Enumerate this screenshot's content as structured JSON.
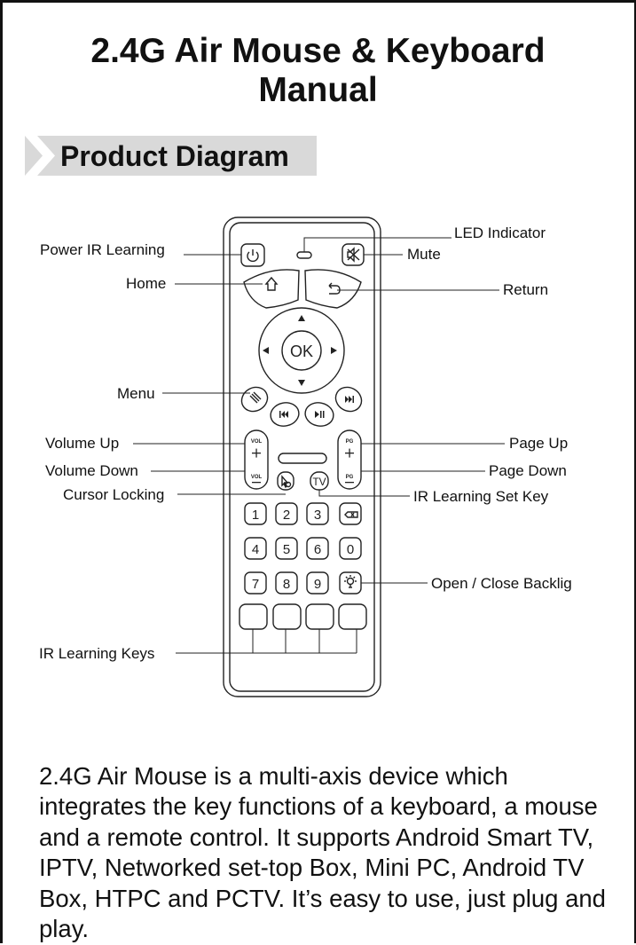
{
  "document": {
    "title_line1": "2.4G Air Mouse & Keyboard",
    "title_line2": "Manual",
    "section_title": "Product Diagram"
  },
  "labels": {
    "power_ir_learning": "Power IR Learning",
    "home": "Home",
    "menu": "Menu",
    "volume_up": "Volume Up",
    "volume_down": "Volume Down",
    "cursor_locking": "Cursor Locking",
    "ir_learning_keys": "IR Learning Keys",
    "led_indicator": "LED Indicator",
    "mute": "Mute",
    "return": "Return",
    "page_up": "Page Up",
    "page_down": "Page Down",
    "ir_learning_set_key": "IR Learning Set Key",
    "open_close_backlight": "Open / Close Backlig"
  },
  "remote": {
    "ok_label": "OK",
    "vol_label": "VOL",
    "pg_label": "PG",
    "tv_label": "TV",
    "number_keys": [
      "1",
      "2",
      "3",
      "4",
      "5",
      "6",
      "0",
      "7",
      "8",
      "9"
    ],
    "icons": [
      "power-icon",
      "mute-icon",
      "home-icon",
      "return-icon",
      "menu-icon",
      "rewind-icon",
      "play-pause-icon",
      "fast-forward-icon",
      "cursor-lock-icon",
      "backspace-icon",
      "backlight-icon"
    ]
  },
  "description": "2.4G Air Mouse is a multi-axis device which integrates the key functions of a keyboard, a mouse and a remote control. It supports Android Smart TV, IPTV, Networked set-top Box, Mini PC, Android TV Box, HTPC and PCTV. It’s easy to use, just plug and play."
}
